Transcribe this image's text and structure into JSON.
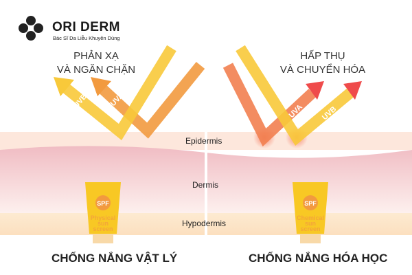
{
  "brand": {
    "name": "ORI DERM",
    "tagline": "Bác Sĩ Da Liễu Khuyên Dùng"
  },
  "left": {
    "heading_line1": "PHẢN XẠ",
    "heading_line2": "VÀ NGĂN CHẶN",
    "ray1": "UVB",
    "ray2": "UVA",
    "tube": {
      "badge": "SPF",
      "line1": "Physical",
      "line2": "sun",
      "line3": "screen"
    },
    "title": "CHỐNG NẮNG VẬT LÝ"
  },
  "right": {
    "heading_line1": "HẤP THỤ",
    "heading_line2": "VÀ CHUYỂN HÓA",
    "ray1": "UVA",
    "ray2": "UVB",
    "tube": {
      "badge": "SPF",
      "line1": "Chemical",
      "line2": "sun",
      "line3": "screen"
    },
    "title": "CHỐNG NẮNG HÓA HỌC"
  },
  "layers": {
    "epidermis": "Epidermis",
    "dermis": "Dermis",
    "hypodermis": "Hypodermis"
  },
  "colors": {
    "yellow": "#f8c93a",
    "orange": "#f29a3f",
    "red": "#ef4b4b",
    "dermis": "#f3c3c8",
    "hypodermis": "#fbe1be"
  }
}
